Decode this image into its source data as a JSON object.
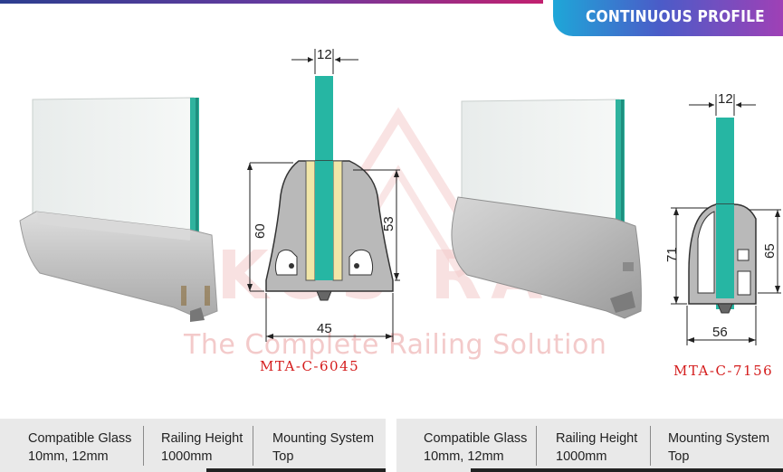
{
  "header": {
    "title": "CONTINUOUS PROFILE",
    "brand_color": "#1ea7d8",
    "accent_color": "#a33fb5"
  },
  "watermark": {
    "brand": "AKOS RAIL",
    "tagline": "The Complete Railing Solution"
  },
  "products": [
    {
      "code": "MTA-C-6045",
      "dimensions": {
        "glass": "12",
        "height": "60",
        "glass_depth": "53",
        "width": "45"
      },
      "specs": {
        "glass_label": "Compatible Glass",
        "glass_value": "10mm, 12mm",
        "height_label": "Railing Height",
        "height_value": "1000mm",
        "mount_label": "Mounting System",
        "mount_value": "Top"
      }
    },
    {
      "code": "MTA-C-7156",
      "dimensions": {
        "glass": "12",
        "height": "71",
        "glass_depth": "65",
        "width": "56"
      },
      "specs": {
        "glass_label": "Compatible Glass",
        "glass_value": "10mm, 12mm",
        "height_label": "Railing Height",
        "height_value": "1000mm",
        "mount_label": "Mounting System",
        "mount_value": "Top"
      }
    }
  ],
  "colors": {
    "glass": "#26b6a3",
    "gasket": "#f1e6a8",
    "aluminium": "#bdbdbd",
    "code_text": "#d41c1c"
  }
}
